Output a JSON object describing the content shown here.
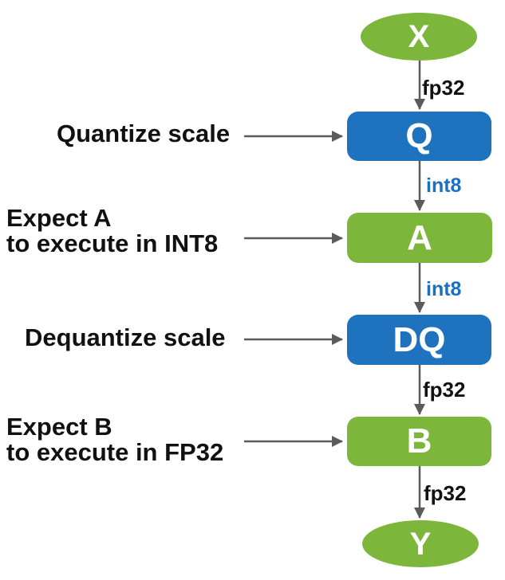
{
  "diagram": {
    "title_hint": "quantize-dequantize flow",
    "nodes": {
      "x": {
        "label": "X",
        "shape": "ellipse",
        "color_role": "green"
      },
      "q": {
        "label": "Q",
        "shape": "rect",
        "color_role": "blue"
      },
      "a": {
        "label": "A",
        "shape": "rect",
        "color_role": "green"
      },
      "dq": {
        "label": "DQ",
        "shape": "rect",
        "color_role": "blue"
      },
      "b": {
        "label": "B",
        "shape": "rect",
        "color_role": "green"
      },
      "y": {
        "label": "Y",
        "shape": "ellipse",
        "color_role": "green"
      }
    },
    "edges": {
      "x_q": {
        "label": "fp32",
        "label_color_role": "black"
      },
      "q_a": {
        "label": "int8",
        "label_color_role": "blue"
      },
      "a_dq": {
        "label": "int8",
        "label_color_role": "blue"
      },
      "dq_b": {
        "label": "fp32",
        "label_color_role": "black"
      },
      "b_y": {
        "label": "fp32",
        "label_color_role": "black"
      }
    },
    "annotations": {
      "quantize": {
        "text": "Quantize scale"
      },
      "expect_a": {
        "line1": "Expect A",
        "line2": "to execute in INT8"
      },
      "dequantize": {
        "text": "Dequantize scale"
      },
      "expect_b": {
        "line1": "Expect B",
        "line2": "to execute in FP32"
      }
    }
  },
  "colors": {
    "green": "#7CB63B",
    "blue": "#1F72BE",
    "arrow": "#5B5B5B",
    "int8": "#1B6FC1",
    "text": "#111111"
  }
}
